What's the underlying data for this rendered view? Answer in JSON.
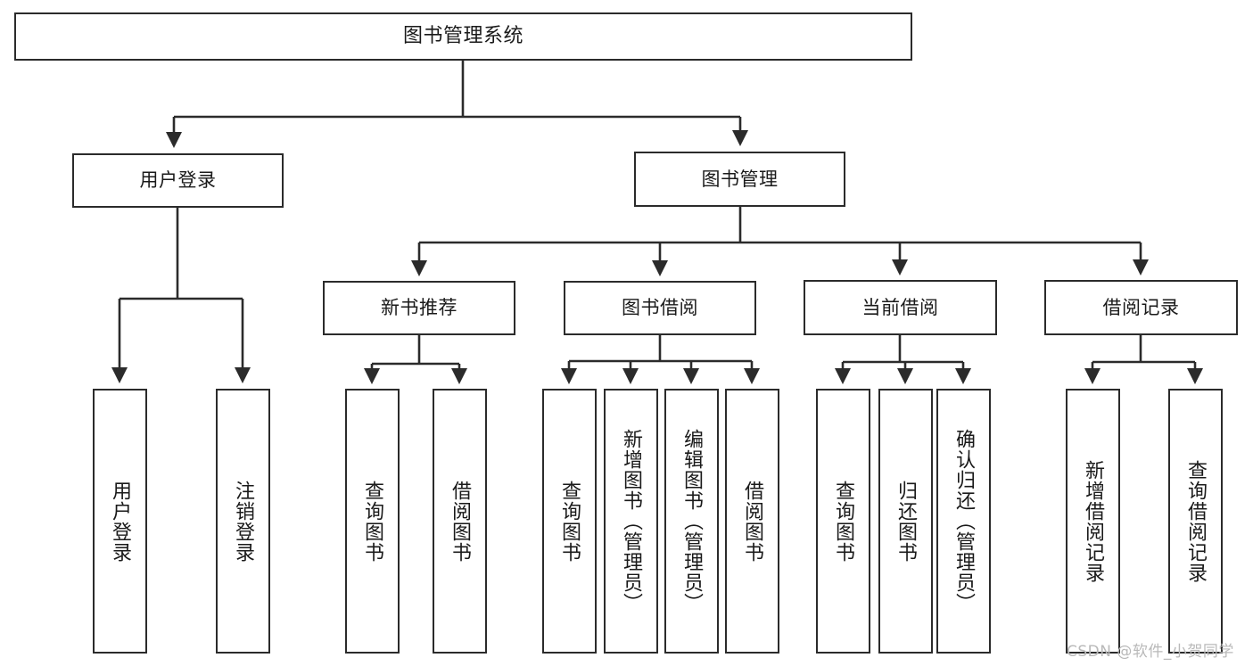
{
  "diagram": {
    "title": "图书管理系统",
    "watermark": "CSDN @软件_小贺同学",
    "colors": {
      "stroke": "#2b2b2b",
      "fill": "#ffffff",
      "text": "#1a1a1a",
      "watermark": "#b9b9b9"
    },
    "nodes": {
      "root": {
        "label": "图书管理系统"
      },
      "level1": [
        {
          "id": "user-login",
          "label": "用户登录"
        },
        {
          "id": "book-manage",
          "label": "图书管理"
        }
      ],
      "level2": [
        {
          "id": "new-book-rec",
          "label": "新书推荐"
        },
        {
          "id": "book-borrow",
          "label": "图书借阅"
        },
        {
          "id": "current-borrow",
          "label": "当前借阅"
        },
        {
          "id": "borrow-record",
          "label": "借阅记录"
        }
      ],
      "leaves": {
        "user_login": [
          {
            "id": "leaf-user-login",
            "label": "用户登录"
          },
          {
            "id": "leaf-logout",
            "label": "注销登录"
          }
        ],
        "new_book_rec": [
          {
            "id": "leaf-query-book-1",
            "label": "查询图书"
          },
          {
            "id": "leaf-borrow-book-1",
            "label": "借阅图书"
          }
        ],
        "book_borrow": [
          {
            "id": "leaf-query-book-2",
            "label": "查询图书"
          },
          {
            "id": "leaf-add-book",
            "label": "新增图书（管理员）"
          },
          {
            "id": "leaf-edit-book",
            "label": "编辑图书（管理员）"
          },
          {
            "id": "leaf-borrow-book-2",
            "label": "借阅图书"
          }
        ],
        "current_borrow": [
          {
            "id": "leaf-query-book-3",
            "label": "查询图书"
          },
          {
            "id": "leaf-return-book",
            "label": "归还图书"
          },
          {
            "id": "leaf-confirm-return",
            "label": "确认归还（管理员）"
          }
        ],
        "borrow_record": [
          {
            "id": "leaf-add-record",
            "label": "新增借阅记录"
          },
          {
            "id": "leaf-query-record",
            "label": "查询借阅记录"
          }
        ]
      }
    }
  }
}
